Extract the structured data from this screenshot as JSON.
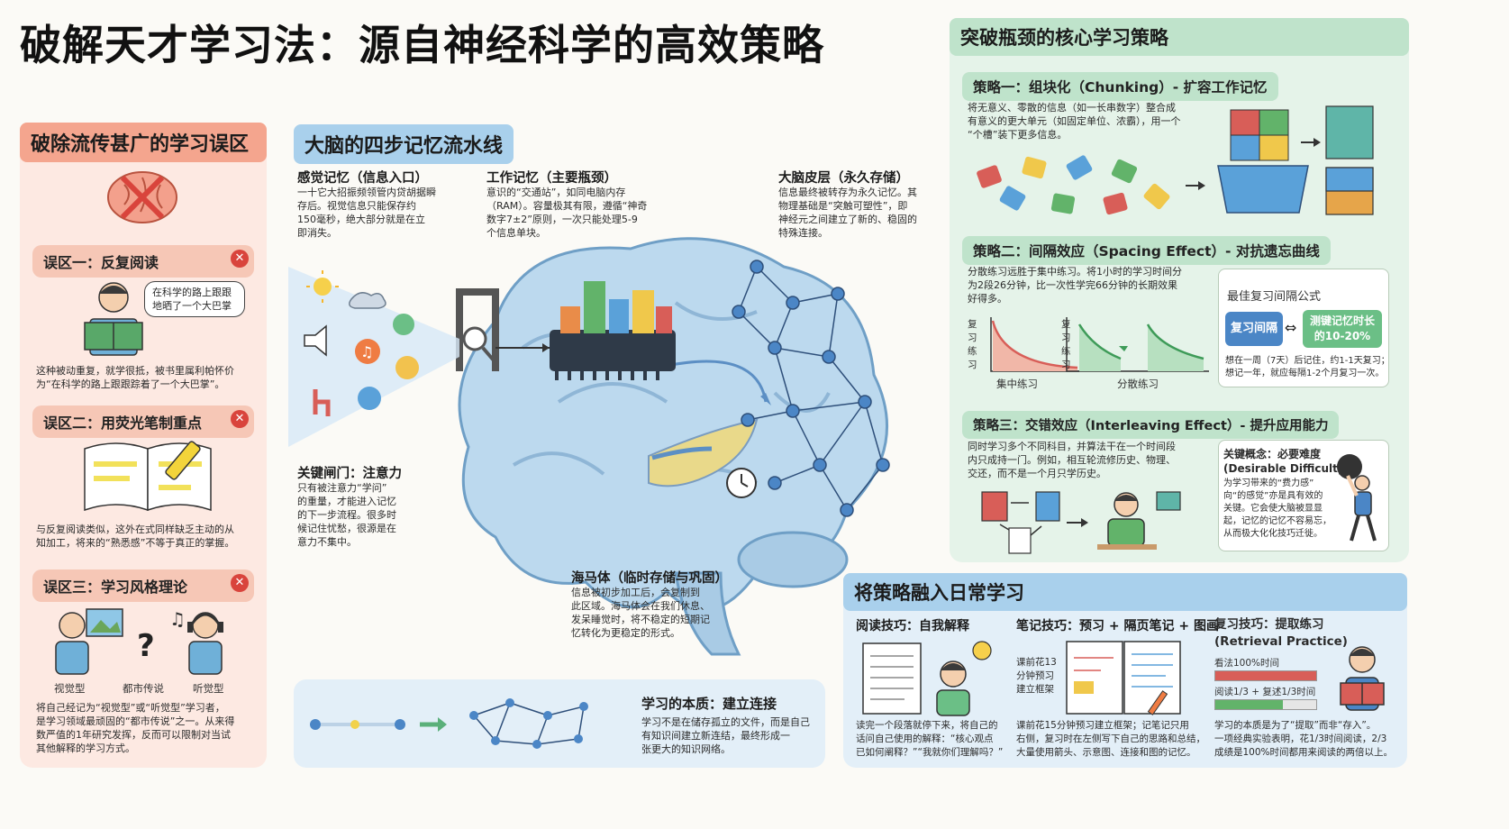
{
  "title": "破解天才学习法：源自神经科学的高效策略",
  "myths": {
    "header": "破除流传甚广的学习误区",
    "items": [
      {
        "title": "误区一：反复阅读",
        "bubble": "在科学的路上跟跟\n地晒了一个大巴掌",
        "text": "这种被动重复，就学很抵，被书里属利帕怀价\n为“在科学的路上跟跟踪着了一个大巴掌”。"
      },
      {
        "title": "误区二：用荧光笔制重点",
        "text": "与反复阅读类似，这外在式同样缺乏主动的从\n知加工，将来的“熟悉感”不等于真正的掌握。"
      },
      {
        "title": "误区三：学习风格理论",
        "text": "将自己经记为“视觉型”或“听觉型”学习者，\n是学习领域最顽固的“都市传说”之一。从来得\n数严值的1年研究发挥，反而可以限制对当试\n其他解释的学习方式。"
      }
    ],
    "style_labels": [
      "视觉型",
      "都市传说",
      "听觉型"
    ]
  },
  "pipeline": {
    "header": "大脑的四步记忆流水线",
    "sensory": {
      "title": "感觉记忆（信息入口）",
      "text": "一十它大招振频领管内贷胡据瞬\n存后。视觉信息只能保存约\n150毫秒，绝大部分就是在立\n即消失。"
    },
    "working": {
      "title": "工作记忆（主要瓶颈）",
      "text": "意识的“交通站”，如同电脑内存\n（RAM）。容量极其有限，遵循“神奇\n数字7±2”原则，一次只能处理5-9\n个信息单块。"
    },
    "cortex": {
      "title": "大脑皮层（永久存储）",
      "text": "信息最终被转存为永久记忆。其\n物理基础是“突触可塑性”，即\n神经元之间建立了新的、稳固的\n特殊连接。"
    },
    "gate": {
      "title": "关键闸门：注意力",
      "text": "只有被注意力“学问”\n的重量，才能进入记忆\n的下一步流程。很多时\n候记住忧愁，很源是在\n意力不集中。"
    },
    "hippocampus": {
      "title": "海马体（临时存储与巩固）",
      "text": "信息被初步加工后，会复制到\n此区域。海马体会在我们休息、\n发呆睡觉时，将不稳定的短期记\n忆转化为更稳定的形式。"
    }
  },
  "essence": {
    "title": "学习的本质：建立连接",
    "text": "学习不是在储存孤立的文件，而是自己\n有知识间建立新连结，最终形成一\n张更大的知识网络。"
  },
  "strategies": {
    "header": "突破瓶颈的核心学习策略",
    "s1": {
      "title": "策略一：组块化（Chunking）- 扩容工作记忆",
      "text": "将无意义、零散的信息（如一长串数字）整合成\n有意义的更大单元（如固定单位、浓霸），用一个\n“个槽”装下更多信息。"
    },
    "s2": {
      "title": "策略二：间隔效应（Spacing Effect）- 对抗遗忘曲线",
      "text": "分散练习远胜于集中练习。将1小时的学习时间分\n为2段26分钟，比一次性学完66分钟的长期效果\n好得多。",
      "graph_labels": [
        "复习练习",
        "复习练习"
      ],
      "x_labels": [
        "集中练习",
        "分散练习"
      ],
      "formula_title": "最佳复习间隔公式",
      "formula_left": "复习间隔",
      "formula_right": "测键记忆时长\n的10-20%",
      "formula_note": "想在一周（7天）后记住，约1-1天复习；\n想记一年，就应每隔1-2个月复习一次。"
    },
    "s3": {
      "title": "策略三：交错效应（Interleaving Effect）- 提升应用能力",
      "text": "同时学习多个不同科目，并算法干在一个时间段\n内只成持一门。例如，相互轮流修历史、物理、\n交还，而不是一个月只学历史。",
      "box_title": "关键概念：必要难度\n(Desirable Difficulty)",
      "box_text": "为学习带来的“费力感”\n向“的感觉”亦是具有效的\n关键。它会使大脑被显显\n起，记忆的记忆不容易忘，\n从而极大化化技巧迁徙。"
    }
  },
  "daily": {
    "header": "将策略融入日常学习",
    "reading": {
      "title": "阅读技巧：自我解释",
      "text": "读完一个段落就停下来，将自己的\n话问自己使用的解释：“核心观点\n已如何阐释？”“我就你们理解吗？”"
    },
    "notes": {
      "title": "笔记技巧：预习 + 隔页笔记 + 图画",
      "side": "课前花13\n分钟预习\n建立框架",
      "text": "课前花15分钟预习建立框架；记笔记只用\n右侧，复习时在左侧写下自己的思路和总结，\n大量使用箭头、示意图、连接和图的记忆。"
    },
    "recall": {
      "title": "复习技巧：提取练习\n(Retrieval Practice)",
      "bar1": "看法100%时间",
      "bar1_frac": 1.0,
      "bar2": "阅读1/3 + 复述1/3时间",
      "bar2_frac": 0.67,
      "text": "学习的本质是为了“提取”而非“存入”。\n一项经典实验表明，花1/3时间阅读，2/3\n成绩是100%时间都用来阅读的两倍以上。"
    }
  },
  "colors": {
    "red": "#d9443c",
    "myth_bg": "#fde9e2",
    "green_bg": "#e5f3e9",
    "blue_bg": "#e3eff8",
    "brain": "#bcd9ee"
  }
}
